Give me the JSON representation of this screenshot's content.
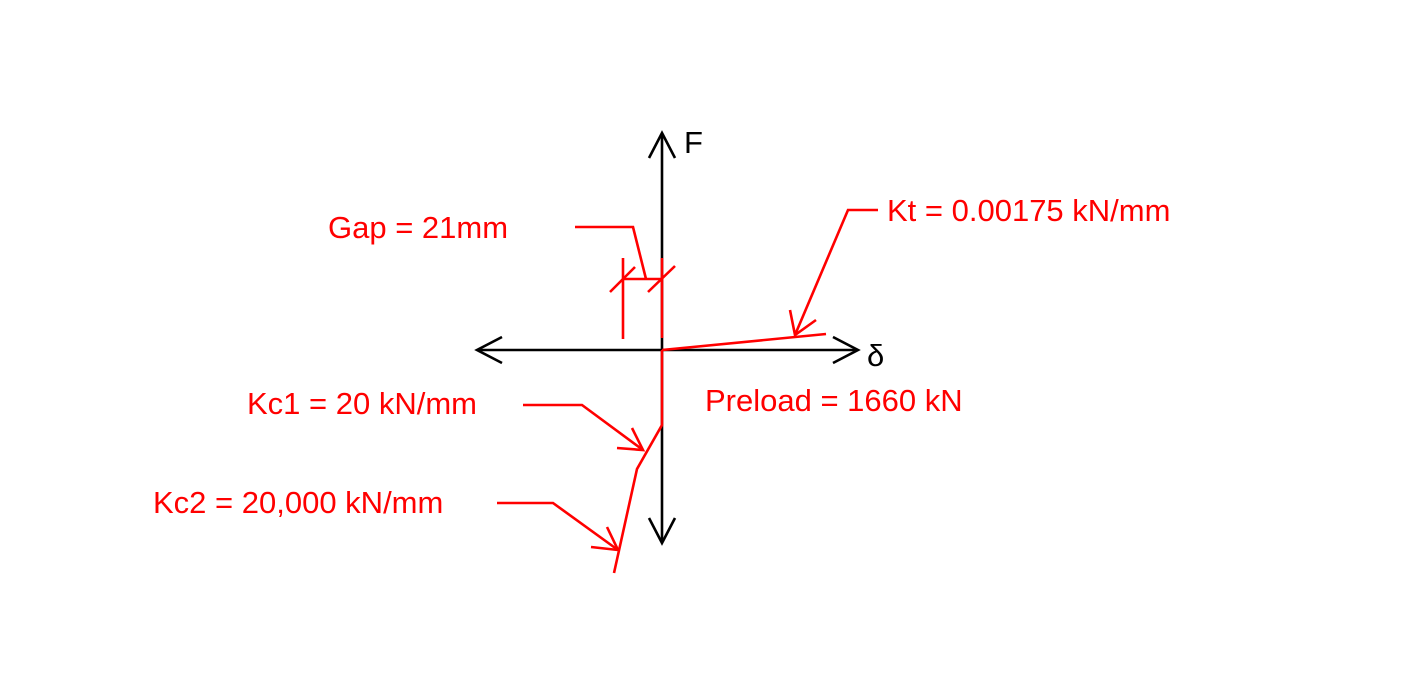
{
  "axes": {
    "vertical_label": "F",
    "horizontal_label": "δ"
  },
  "annotations": {
    "gap": "Gap = 21mm",
    "kt": "Kt = 0.00175 kN/mm",
    "preload": "Preload = 1660 kN",
    "kc1": "Kc1 = 20 kN/mm",
    "kc2": "Kc2 = 20,000 kN/mm"
  },
  "colors": {
    "axes": "#000000",
    "curve_and_annotations": "#ff0000"
  }
}
